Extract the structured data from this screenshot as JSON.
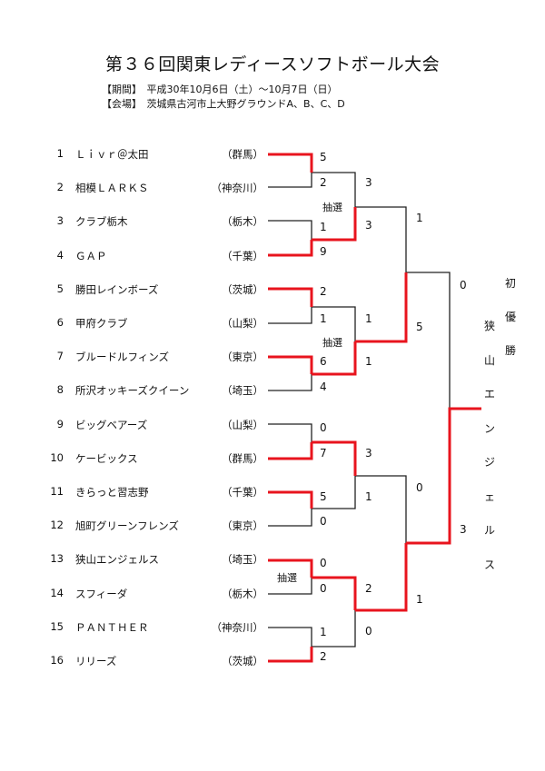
{
  "title": "第３６回関東レディースソフトボール大会",
  "period": "【期間】　平成30年10月6日（土）～10月7日（日）",
  "venue": "【会場】　茨城県古河市上大野グラウンドA、B、C、D",
  "teams": [
    {
      "num": "1",
      "name": "Ｌｉｖｒ＠太田",
      "pref": "（群馬）"
    },
    {
      "num": "2",
      "name": "相模ＬＡＲＫＳ",
      "pref": "（神奈川）"
    },
    {
      "num": "3",
      "name": "クラブ栃木",
      "pref": "（栃木）"
    },
    {
      "num": "4",
      "name": "ＧＡＰ",
      "pref": "（千葉）"
    },
    {
      "num": "5",
      "name": "勝田レインボーズ",
      "pref": "（茨城）"
    },
    {
      "num": "6",
      "name": "甲府クラブ",
      "pref": "（山梨）"
    },
    {
      "num": "7",
      "name": "ブルードルフィンズ",
      "pref": "（東京）"
    },
    {
      "num": "8",
      "name": "所沢オッキーズクイーン",
      "pref": "（埼玉）"
    },
    {
      "num": "9",
      "name": "ビッグベアーズ",
      "pref": "（山梨）"
    },
    {
      "num": "10",
      "name": "ケービックス",
      "pref": "（群馬）"
    },
    {
      "num": "11",
      "name": "きらっと習志野",
      "pref": "（千葉）"
    },
    {
      "num": "12",
      "name": "旭町グリーンフレンズ",
      "pref": "（東京）"
    },
    {
      "num": "13",
      "name": "狭山エンジェルス",
      "pref": "（埼玉）"
    },
    {
      "num": "14",
      "name": "スフィーダ",
      "pref": "（栃木）"
    },
    {
      "num": "15",
      "name": "ＰＡＮＴＨＥＲ",
      "pref": "（神奈川）"
    },
    {
      "num": "16",
      "name": "リリーズ",
      "pref": "（茨城）"
    }
  ],
  "scores": {
    "r1": [
      "5",
      "2",
      "1",
      "9",
      "2",
      "1",
      "6",
      "4",
      "0",
      "7",
      "5",
      "0",
      "0",
      "0",
      "1",
      "2"
    ],
    "r2": [
      "3",
      "3",
      "1",
      "1",
      "3",
      "1",
      "2",
      "0"
    ],
    "r3": [
      "1",
      "5",
      "0",
      "1"
    ],
    "final": [
      "0",
      "3"
    ]
  },
  "notes": {
    "lottery": "抽選"
  },
  "champion_label": [
    "初",
    "優",
    "勝"
  ],
  "champion_name": [
    "狭",
    "山",
    "エ",
    "ン",
    "ジ",
    "ェ",
    "ル",
    "ス"
  ],
  "colors": {
    "winner": "#e8141e",
    "loser": "#222222"
  }
}
